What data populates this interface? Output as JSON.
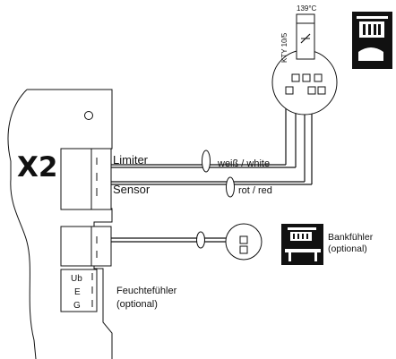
{
  "connector": {
    "label": "X2",
    "limiter_label": "Limiter",
    "sensor_label": "Sensor"
  },
  "cable_labels": {
    "white": "weiß / white",
    "red": "rot / red"
  },
  "thermostat": {
    "temperature": "139°C",
    "model": "KTY 10/5"
  },
  "bench_sensor": {
    "name": "Bankfühler",
    "optional": "(optional)"
  },
  "humidity_sensor": {
    "name": "Feuchtefühler",
    "optional": "(optional)",
    "pins": [
      "Ub",
      "E",
      "G"
    ]
  },
  "icons": {
    "top_right": "sauna-heater-icon",
    "bench": "sauna-bench-icon"
  },
  "colors": {
    "line": "#111111",
    "background": "#ffffff"
  }
}
